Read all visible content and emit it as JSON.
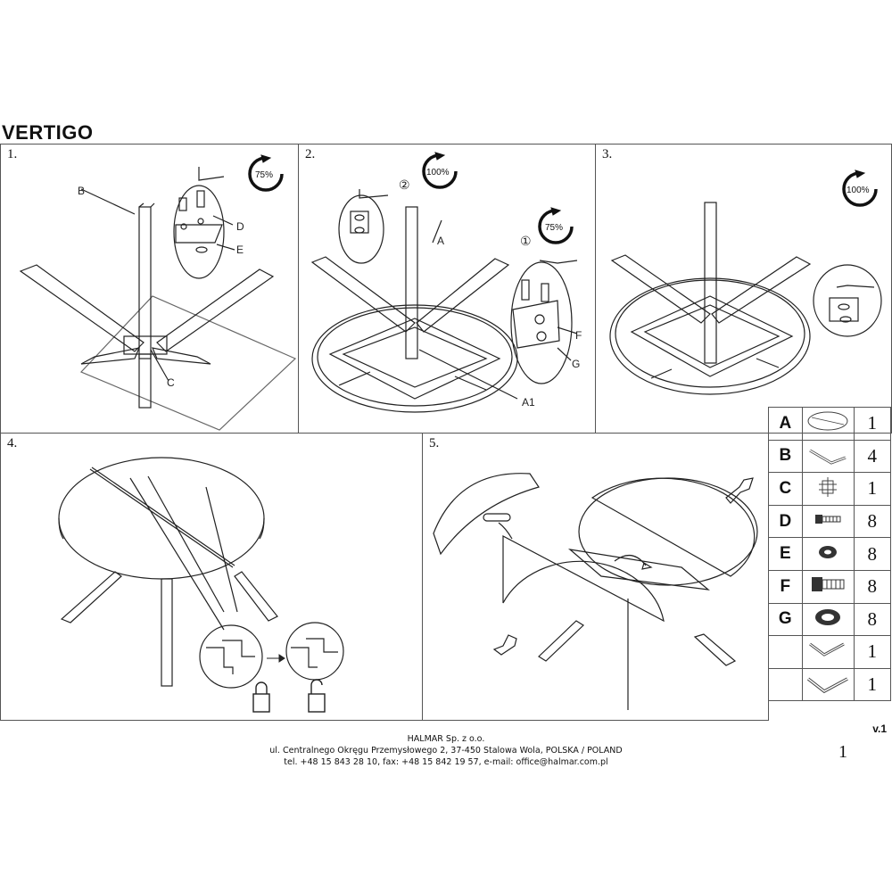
{
  "document": {
    "title": "VERTIGO",
    "version": "v.1",
    "page_number": "1"
  },
  "steps": [
    {
      "number": "1.",
      "labels": {
        "b": "B",
        "c": "C",
        "d": "D",
        "e": "E"
      },
      "rotation": "75%"
    },
    {
      "number": "2.",
      "labels": {
        "a": "A",
        "a1": "A1",
        "f": "F",
        "g": "G"
      },
      "substeps": {
        "two": "②",
        "one": "①"
      },
      "rotation_two": "100%",
      "rotation_one": "75%"
    },
    {
      "number": "3.",
      "rotation": "100%"
    },
    {
      "number": "4."
    },
    {
      "number": "5."
    }
  ],
  "parts": [
    {
      "letter": "A",
      "icon": "tabletop-disc-icon",
      "qty": "1"
    },
    {
      "letter": "B",
      "icon": "leg-frame-icon",
      "qty": "4"
    },
    {
      "letter": "C",
      "icon": "center-bracket-icon",
      "qty": "1"
    },
    {
      "letter": "D",
      "icon": "bolt-icon",
      "qty": "8"
    },
    {
      "letter": "E",
      "icon": "washer-icon",
      "qty": "8"
    },
    {
      "letter": "F",
      "icon": "large-bolt-icon",
      "qty": "8"
    },
    {
      "letter": "G",
      "icon": "large-washer-icon",
      "qty": "8"
    },
    {
      "letter": "",
      "icon": "small-allen-key-icon",
      "qty": "1"
    },
    {
      "letter": "",
      "icon": "large-allen-key-icon",
      "qty": "1"
    }
  ],
  "footer": {
    "company": "HALMAR Sp. z o.o.",
    "address": "ul. Centralnego Okręgu Przemysłowego 2, 37-450 Stalowa Wola, POLSKA / POLAND",
    "contact": "tel. +48 15 843 28 10, fax: +48 15 842 19 57, e-mail: office@halmar.com.pl"
  }
}
